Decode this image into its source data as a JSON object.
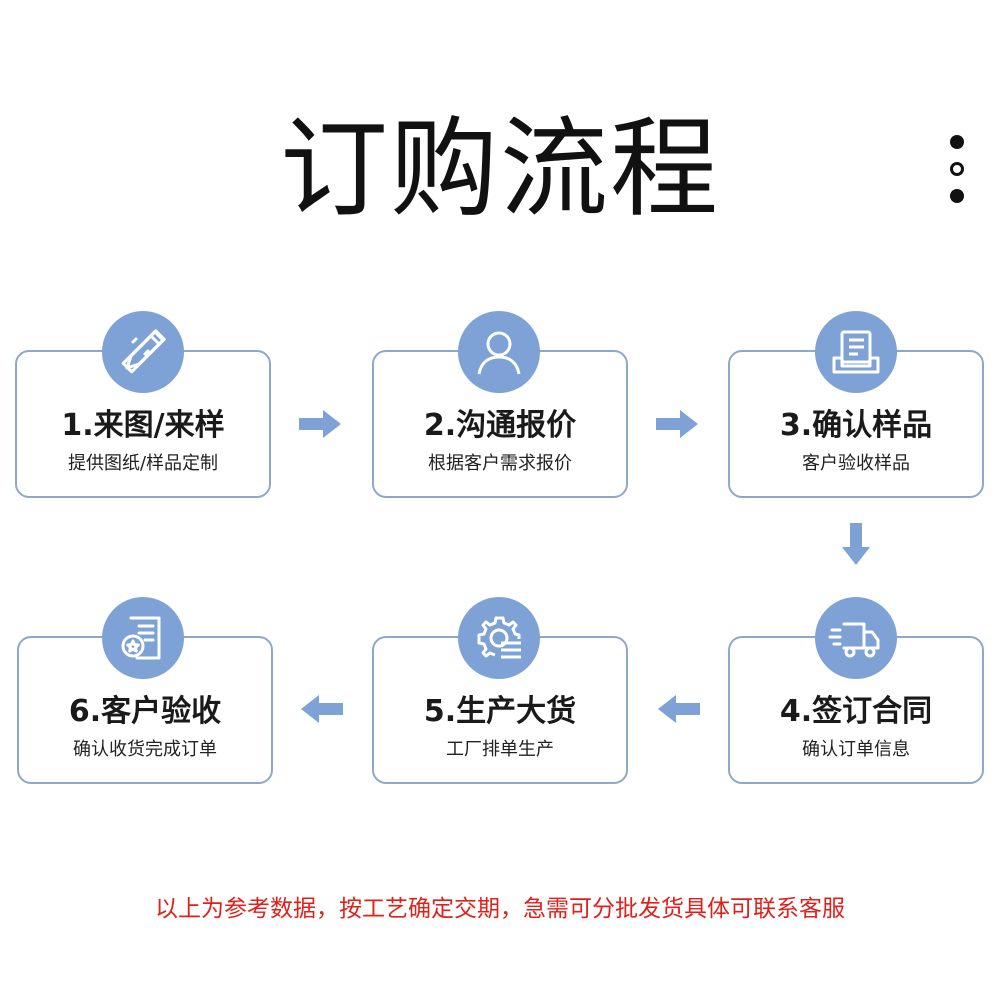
{
  "title": "订购流程",
  "steps": [
    {
      "title": "1.来图/来样",
      "subtitle": "提供图纸/样品定制",
      "icon": "pencil-ruler-icon"
    },
    {
      "title": "2.沟通报价",
      "subtitle": "根据客户需求报价",
      "icon": "user-icon"
    },
    {
      "title": "3.确认样品",
      "subtitle": "客户验收样品",
      "icon": "document-tray-icon"
    },
    {
      "title": "4.签订合同",
      "subtitle": "确认订单信息",
      "icon": "delivery-truck-icon"
    },
    {
      "title": "5.生产大货",
      "subtitle": "工厂排单生产",
      "icon": "gear-icon"
    },
    {
      "title": "6.客户验收",
      "subtitle": "确认收货完成订单",
      "icon": "certificate-icon"
    }
  ],
  "footer_note": "以上为参考数据，按工艺确定交期，急需可分批发货具体可联系客服",
  "colors": {
    "accent": "#7ea2d6",
    "border": "#8fa8c8",
    "arrow": "#7ea2d6",
    "note": "#e0201b"
  }
}
